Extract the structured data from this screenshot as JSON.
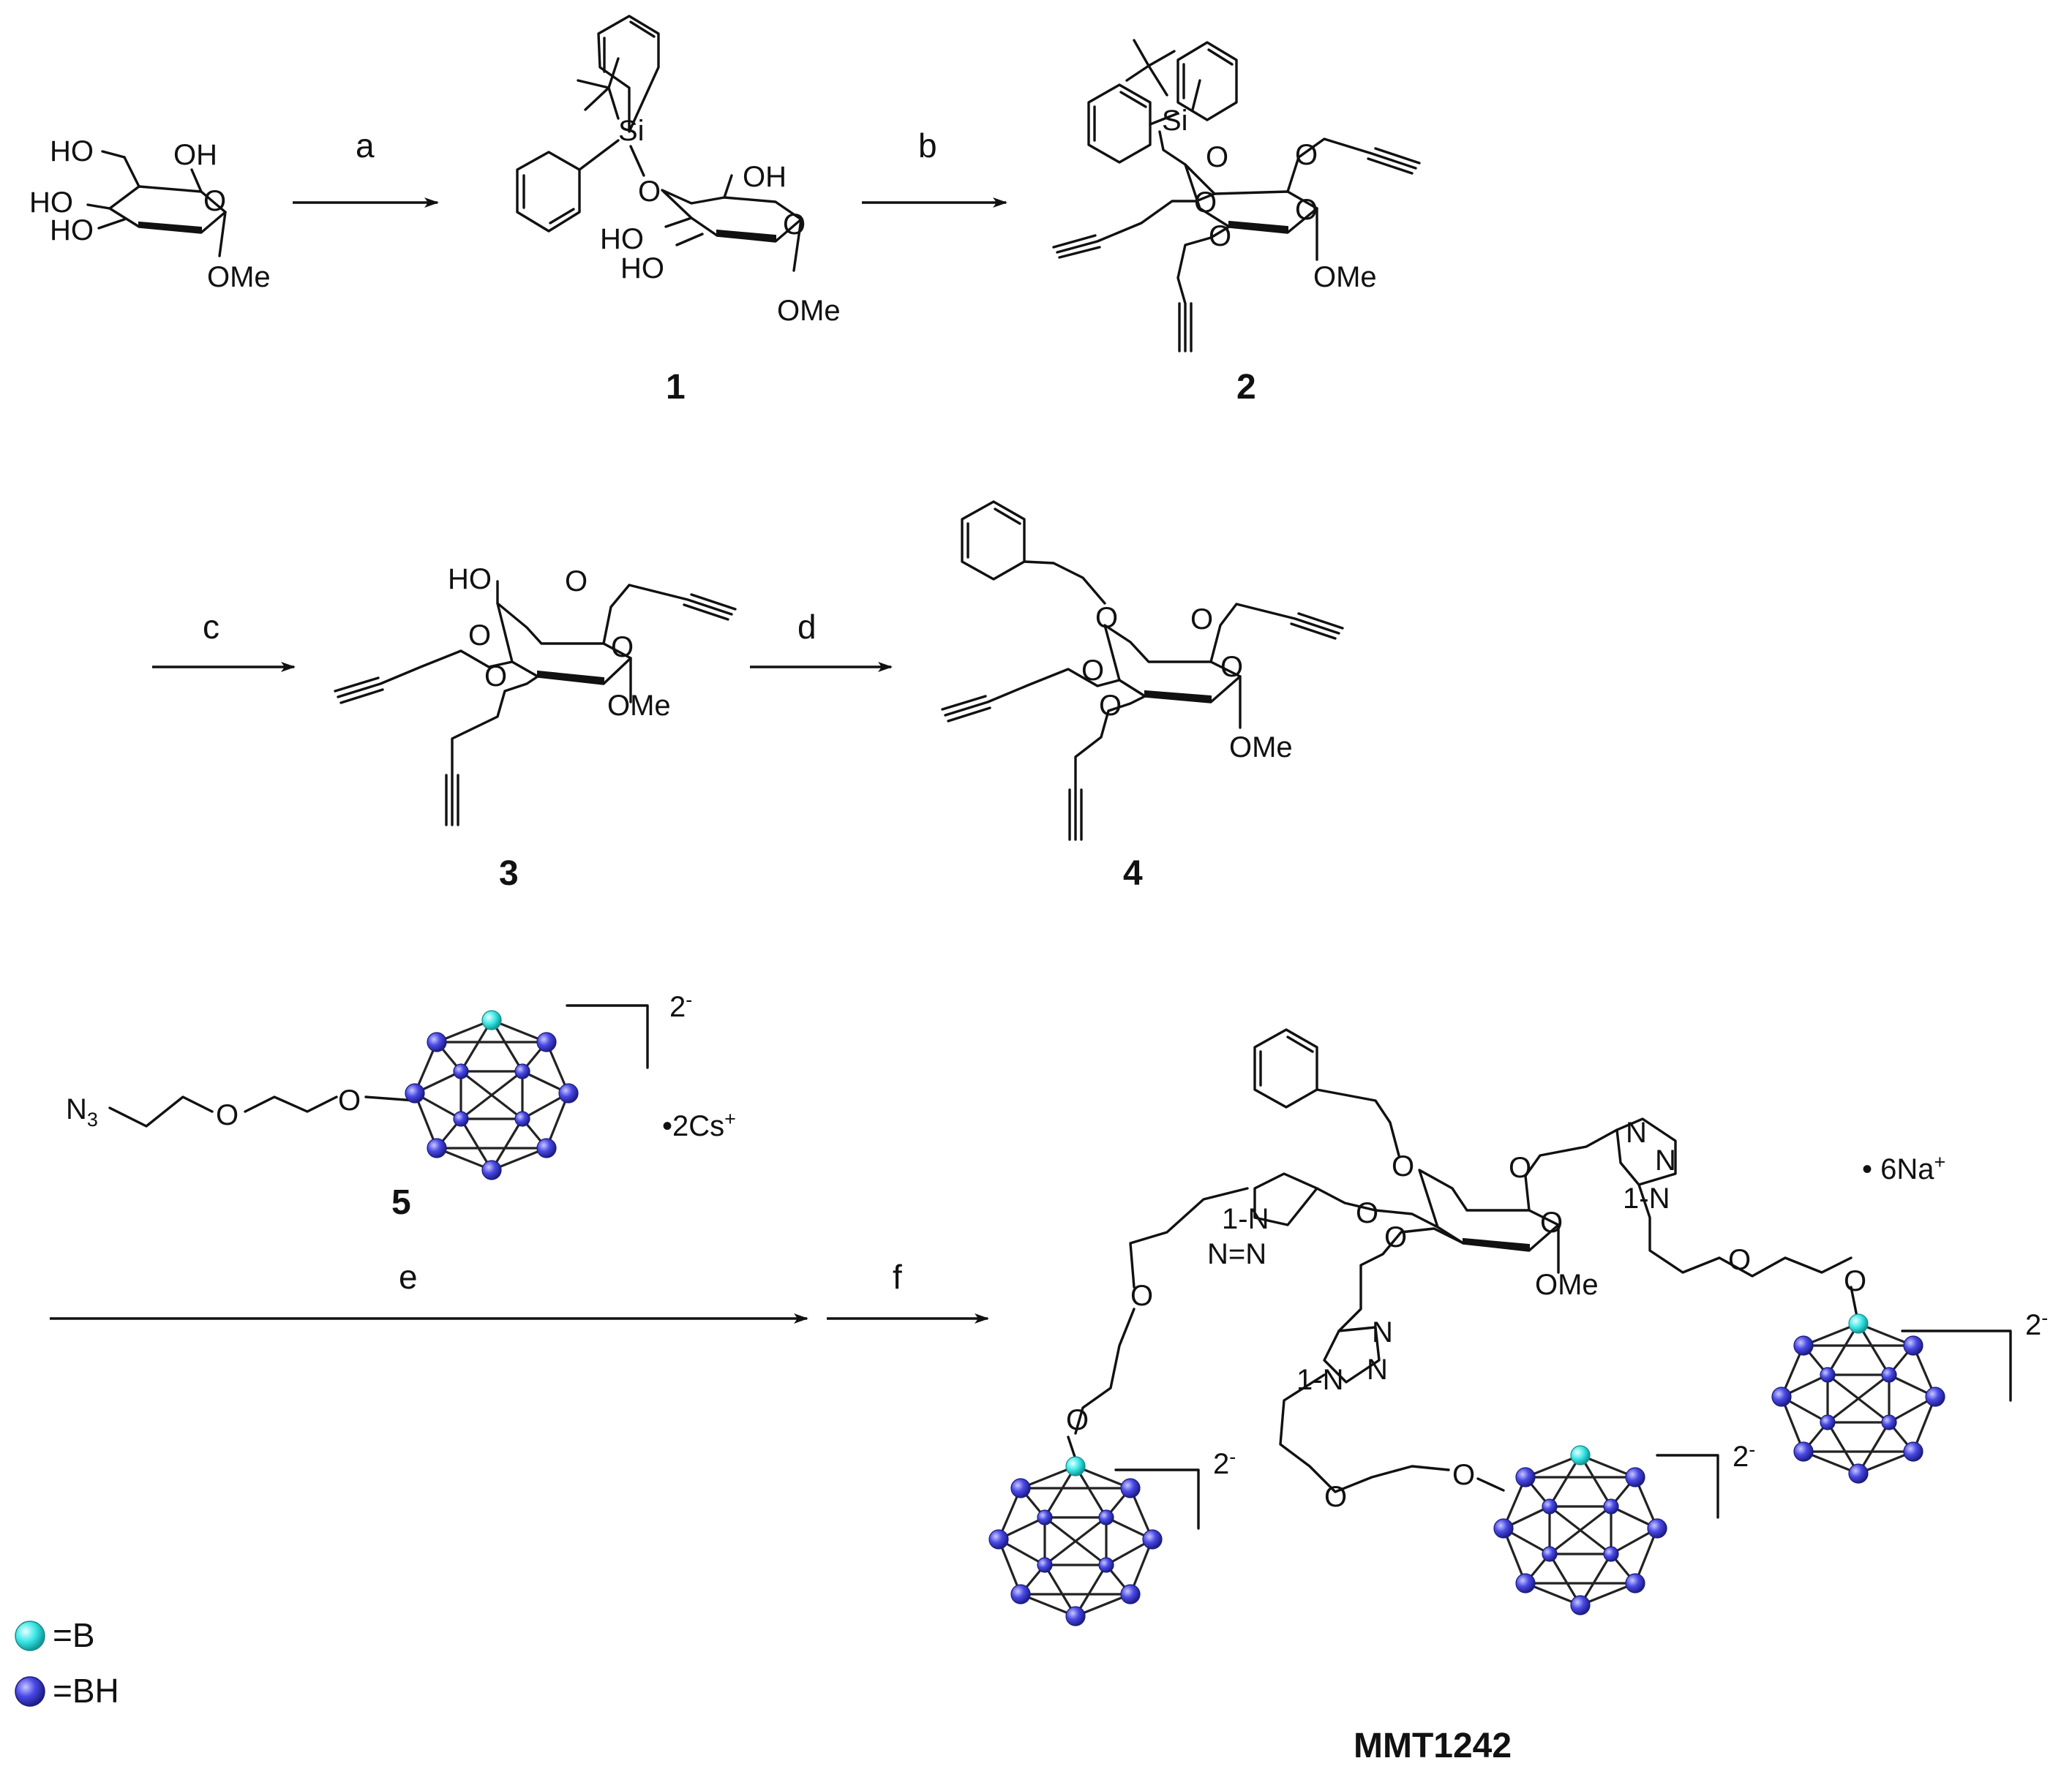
{
  "step_labels": {
    "a": "a",
    "b": "b",
    "c": "c",
    "d": "d",
    "e": "e",
    "f": "f"
  },
  "compound_labels": {
    "c1": "1",
    "c2": "2",
    "c3": "3",
    "c4": "4",
    "c5": "5",
    "final": "MMT1242"
  },
  "atom_labels": {
    "HO": "HO",
    "OH": "OH",
    "O": "O",
    "OMe": "OMe",
    "Si": "Si",
    "N": "N",
    "N_triazole_1": "1-N",
    "N_triazole_NN": "N=N",
    "N3": "N",
    "N3_sub": "3"
  },
  "charges": {
    "dianion": "2",
    "dianion_sign": "-"
  },
  "counterions": {
    "cs": "•2Cs",
    "cs_sup": "+",
    "na": "• 6Na",
    "na_sup": "+"
  },
  "legend": {
    "b_label": "=B",
    "bh_label": "=BH",
    "b_color": "#39e6e6",
    "bh_color": "#3a3ad8"
  },
  "colors": {
    "bond": "#111111",
    "boron": "#39e6e6",
    "bh": "#3a3ad8"
  }
}
